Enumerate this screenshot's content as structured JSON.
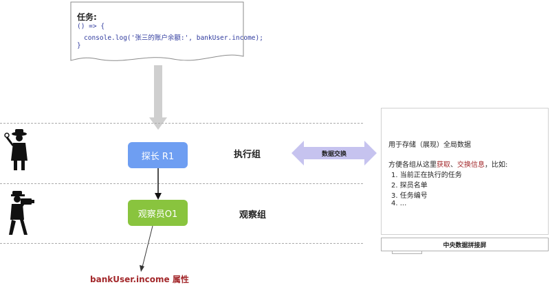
{
  "task": {
    "title": "任务:",
    "code_line_1": "() => {",
    "code_line_2": "console.log('张三的账户余额:', bankUser.income);",
    "code_line_3": "}"
  },
  "roles": {
    "detective": "探长 R1",
    "observer": "观察员O1"
  },
  "groups": {
    "exec": "执行组",
    "observe": "观察组"
  },
  "attribute_label": "bankUser.income 属性",
  "exchange_label": "数据交换",
  "panel": {
    "line1": "用于存储（展现）全局数据",
    "line2_pre": "方便各组从这里",
    "line2_hl1": "获取",
    "line2_sep": "、",
    "line2_hl2": "交换信息",
    "line2_post": "，比如:",
    "items": [
      "1. 当前正在执行的任务",
      "2. 探员名单",
      "3. 任务编号",
      "4. ..."
    ]
  },
  "screen_label": "中央数据拼接屏",
  "colors": {
    "detective_box": "#6e9ef2",
    "observer_box": "#89c43e",
    "highlight": "#a3282b",
    "exchange_arrow": "#c6c3ef"
  }
}
